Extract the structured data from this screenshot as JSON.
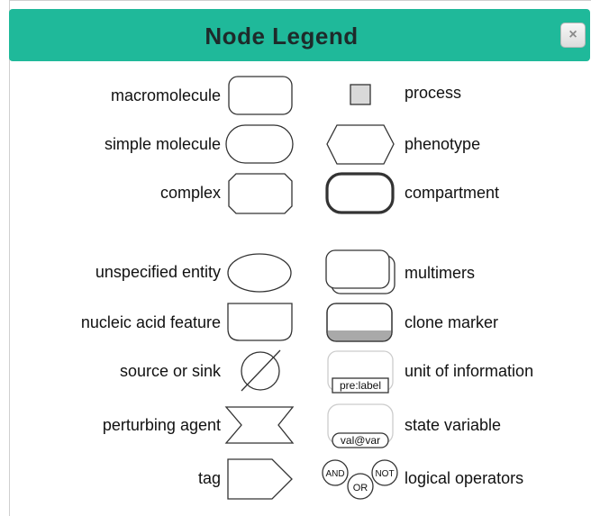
{
  "dialog": {
    "title": "Node Legend",
    "close_label": "×"
  },
  "legend": {
    "left": [
      {
        "label": "macromolecule",
        "icon": "macromolecule-glyph"
      },
      {
        "label": "simple molecule",
        "icon": "simple-molecule-glyph"
      },
      {
        "label": "complex",
        "icon": "complex-glyph"
      },
      {
        "label": "unspecified entity",
        "icon": "unspecified-entity-glyph"
      },
      {
        "label": "nucleic acid feature",
        "icon": "nucleic-acid-feature-glyph"
      },
      {
        "label": "source or sink",
        "icon": "source-or-sink-glyph"
      },
      {
        "label": "perturbing agent",
        "icon": "perturbing-agent-glyph"
      },
      {
        "label": "tag",
        "icon": "tag-glyph"
      }
    ],
    "right": [
      {
        "label": "process",
        "icon": "process-glyph"
      },
      {
        "label": "phenotype",
        "icon": "phenotype-glyph"
      },
      {
        "label": "compartment",
        "icon": "compartment-glyph"
      },
      {
        "label": "multimers",
        "icon": "multimer-glyph"
      },
      {
        "label": "clone marker",
        "icon": "clone-marker-glyph"
      },
      {
        "label": "unit of information",
        "icon": "unit-of-information-glyph"
      },
      {
        "label": "state variable",
        "icon": "state-variable-glyph"
      },
      {
        "label": "logical operators",
        "icon": "logical-operators-glyph"
      }
    ]
  },
  "glyph_text": {
    "unit_of_information": "pre:label",
    "state_variable": "val@var",
    "and": "AND",
    "or": "OR",
    "not": "NOT"
  },
  "colors": {
    "header": "#1fb99a",
    "glyph_stroke": "#333333",
    "process_fill": "#d9d9d9",
    "clone_marker_fill": "#a9a9a9"
  }
}
